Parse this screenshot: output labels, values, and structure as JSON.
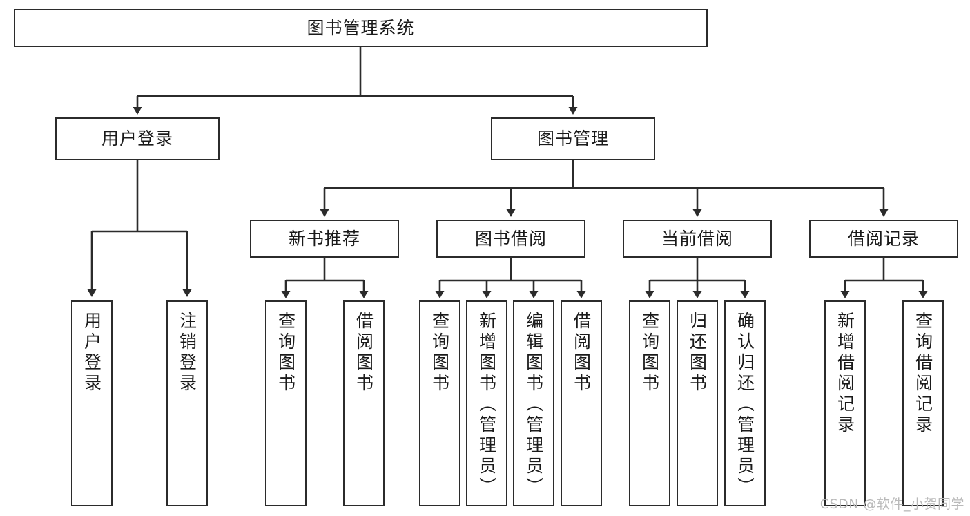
{
  "diagram": {
    "type": "tree",
    "title": "图书管理系统",
    "orientation": "top-down",
    "colors": {
      "box_border": "#2b2b2b",
      "box_fill": "#ffffff",
      "connector": "#2b2b2b",
      "text": "#1a1a1a",
      "watermark": "#b9b9b9"
    },
    "watermark": "CSDN @软件_小贺同学",
    "levels": {
      "root": {
        "label": "图书管理系统"
      },
      "level2": [
        {
          "id": "user-login",
          "label": "用户登录"
        },
        {
          "id": "book-manage",
          "label": "图书管理"
        }
      ],
      "level3": [
        {
          "id": "new-book-rec",
          "label": "新书推荐",
          "parent": "book-manage"
        },
        {
          "id": "book-borrow",
          "label": "图书借阅",
          "parent": "book-manage"
        },
        {
          "id": "current-borrow",
          "label": "当前借阅",
          "parent": "book-manage"
        },
        {
          "id": "borrow-record",
          "label": "借阅记录",
          "parent": "book-manage"
        }
      ],
      "leaves": [
        {
          "id": "leaf-user-login",
          "label": "用户登录",
          "parent": "user-login"
        },
        {
          "id": "leaf-user-logout",
          "label": "注销登录",
          "parent": "user-login"
        },
        {
          "id": "leaf-query-book-1",
          "label": "查询图书",
          "parent": "new-book-rec"
        },
        {
          "id": "leaf-borrow-book-1",
          "label": "借阅图书",
          "parent": "new-book-rec"
        },
        {
          "id": "leaf-query-book-2",
          "label": "查询图书",
          "parent": "book-borrow"
        },
        {
          "id": "leaf-add-book",
          "label": "新增图书（管理员）",
          "parent": "book-borrow"
        },
        {
          "id": "leaf-edit-book",
          "label": "编辑图书（管理员）",
          "parent": "book-borrow"
        },
        {
          "id": "leaf-borrow-book-2",
          "label": "借阅图书",
          "parent": "book-borrow"
        },
        {
          "id": "leaf-query-book-3",
          "label": "查询图书",
          "parent": "current-borrow"
        },
        {
          "id": "leaf-return-book",
          "label": "归还图书",
          "parent": "current-borrow"
        },
        {
          "id": "leaf-confirm-return",
          "label": "确认归还（管理员）",
          "parent": "current-borrow"
        },
        {
          "id": "leaf-add-record",
          "label": "新增借阅记录",
          "parent": "borrow-record"
        },
        {
          "id": "leaf-query-record",
          "label": "查询借阅记录",
          "parent": "borrow-record"
        }
      ]
    }
  }
}
